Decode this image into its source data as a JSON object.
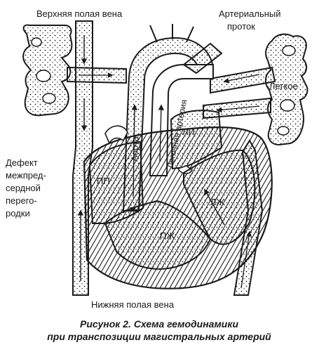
{
  "labels": {
    "svc": "Верхняя полая вена",
    "ductus_1": "Артериальный",
    "ductus_2": "проток",
    "lung": "Легкое",
    "aorta": "Аорта",
    "pulmonary_artery": "Легочная артерия",
    "la": "ЛП",
    "ra": "ПП",
    "lv": "ЛЖ",
    "rv": "ПЖ",
    "asd_1": "Дефект",
    "asd_2": "межпред-",
    "asd_3": "сердной",
    "asd_4": "перего-",
    "asd_5": "родки",
    "ivc": "Нижняя полая вена"
  },
  "caption": {
    "line1": "Рисунок 2. Схема гемодинамики",
    "line2": "при транспозиции магистральных артерий"
  },
  "colors": {
    "ink": "#1a1a1a",
    "background": "#ffffff"
  }
}
